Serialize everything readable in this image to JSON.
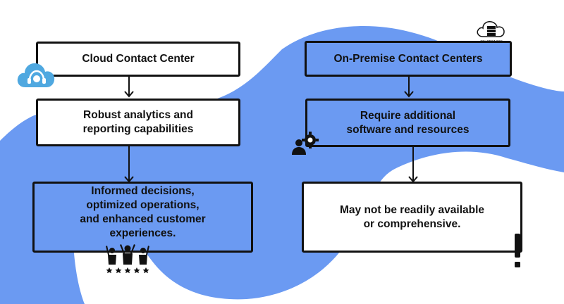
{
  "colors": {
    "wave": "#6b9af2",
    "box_blue": "#6b9af2",
    "border": "#111111",
    "cloud_icon": "#4fa8e0"
  },
  "left": {
    "title": "Cloud Contact Center",
    "step2": "Robust analytics and\nreporting capabilities",
    "step3": "Informed decisions,\noptimized operations,\nand enhanced customer\nexperiences."
  },
  "right": {
    "title": "On-Premise Contact Centers",
    "step2": "Require additional\nsoftware and resources",
    "step3": "May not be readily available\nor comprehensive.",
    "server_icon_caption": "ON-PREMISE"
  },
  "icons": {
    "cloud_support": "cloud-headset-icon",
    "on_premise": "cloud-server-icon",
    "settings_user": "user-gear-icon",
    "team": "team-cheering-icon",
    "alert": "exclamation-icon"
  }
}
